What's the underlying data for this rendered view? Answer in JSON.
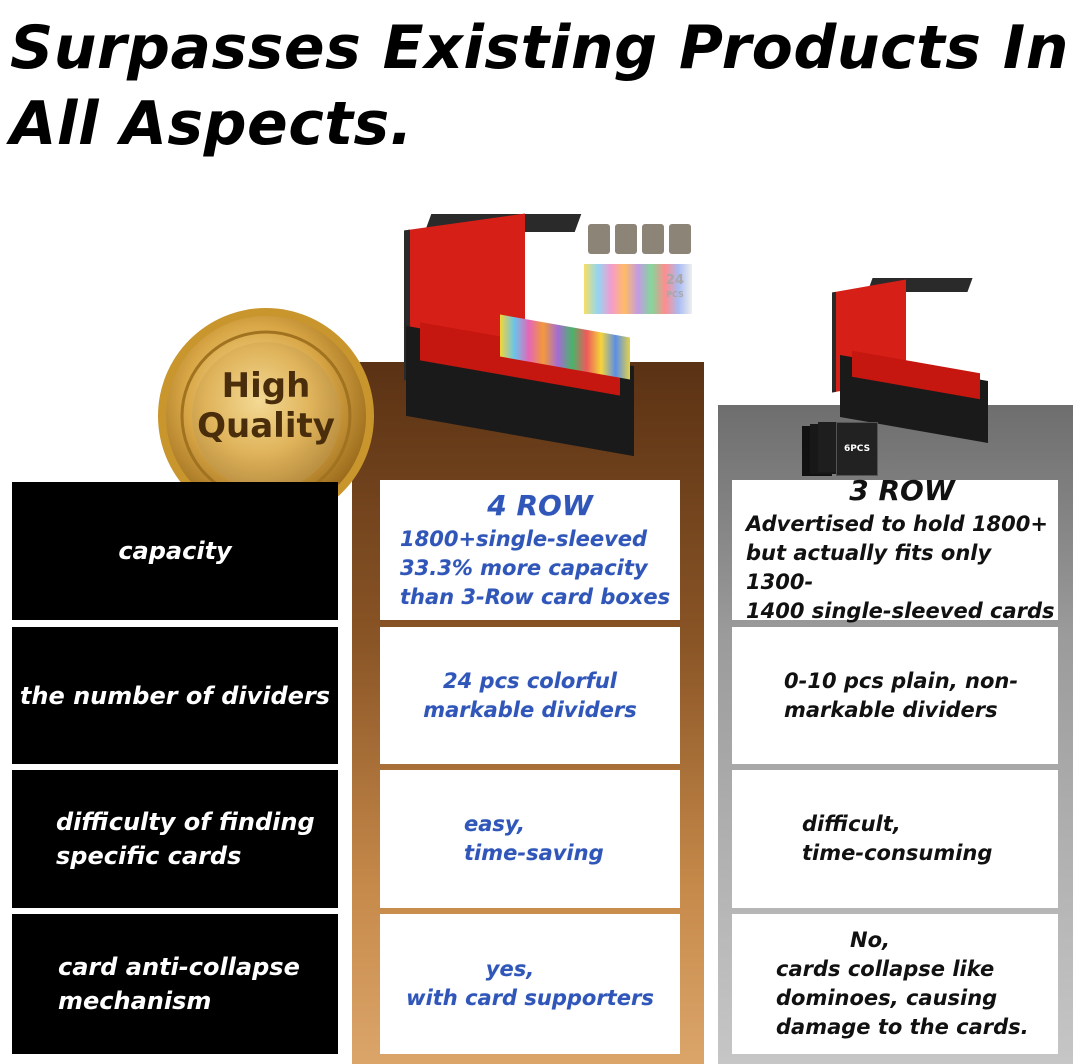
{
  "title_line1": "Surpasses Existing Products In",
  "title_line2": "All Aspects.",
  "badge": {
    "line1": "High",
    "line2": "Quality"
  },
  "accessory_labels": {
    "divider_count": "24",
    "divider_unit": "PCS",
    "supporter_count": "6PCS"
  },
  "columns": {
    "ours": {
      "header": "4 ROW"
    },
    "theirs": {
      "header": "3 ROW"
    }
  },
  "rows": [
    {
      "label": "capacity",
      "ours": [
        "1800+single-sleeved",
        "33.3% more capacity",
        "than 3-Row card boxes"
      ],
      "theirs": [
        "Advertised to hold 1800+",
        "but actually fits only 1300-",
        "1400 single-sleeved cards"
      ]
    },
    {
      "label": "the number of dividers",
      "ours": [
        "24 pcs colorful",
        "markable dividers"
      ],
      "theirs": [
        "0-10 pcs plain, non-",
        "markable dividers"
      ]
    },
    {
      "label": [
        "difficulty of finding",
        "specific cards"
      ],
      "ours": [
        "easy,",
        "time-saving"
      ],
      "theirs": [
        "difficult,",
        "time-consuming"
      ]
    },
    {
      "label": [
        "card anti-collapse",
        "mechanism"
      ],
      "ours": [
        "yes,",
        "with card supporters"
      ],
      "theirs": [
        "No,",
        "cards collapse like",
        "dominoes, causing",
        "damage to the cards."
      ]
    }
  ],
  "colors": {
    "accent_blue": "#2f56b8",
    "brown_column": "#8a5526",
    "grey_column": "#9b9b9b",
    "gold": "#c9962e",
    "box_red": "#d61f16"
  }
}
